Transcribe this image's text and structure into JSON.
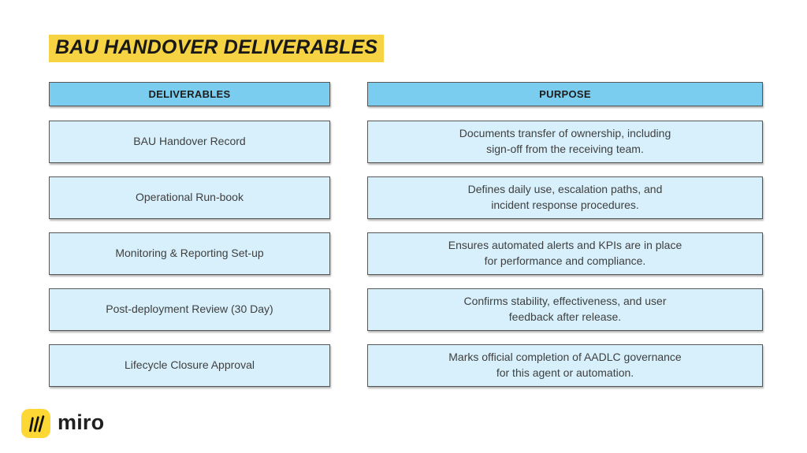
{
  "page": {
    "title": "BAU HANDOVER DELIVERABLES",
    "background_color": "#ffffff",
    "title_highlight_color": "#F5D342",
    "header_fill_color": "#7ACDEF",
    "cell_fill_color": "#D7F0FB",
    "border_color": "#565656"
  },
  "table": {
    "headers": {
      "deliverables": "DELIVERABLES",
      "purpose": "PURPOSE"
    },
    "rows": [
      {
        "deliverable": "BAU Handover Record",
        "purpose_line1": "Documents transfer of ownership, including",
        "purpose_line2": "sign-off from the receiving team."
      },
      {
        "deliverable": "Operational Run-book",
        "purpose_line1": "Defines daily use, escalation paths, and",
        "purpose_line2": "incident response procedures."
      },
      {
        "deliverable": "Monitoring & Reporting Set-up",
        "purpose_line1": "Ensures automated alerts and KPIs are in place",
        "purpose_line2": "for performance and compliance."
      },
      {
        "deliverable": "Post-deployment Review (30 Day)",
        "purpose_line1": "Confirms stability, effectiveness, and user",
        "purpose_line2": "feedback after release."
      },
      {
        "deliverable": "Lifecycle Closure Approval",
        "purpose_line1": "Marks official completion of AADLC governance",
        "purpose_line2": "for this agent or automation."
      }
    ]
  },
  "footer": {
    "logo_text": "miro",
    "logo_icon_color": "#FDD835"
  }
}
